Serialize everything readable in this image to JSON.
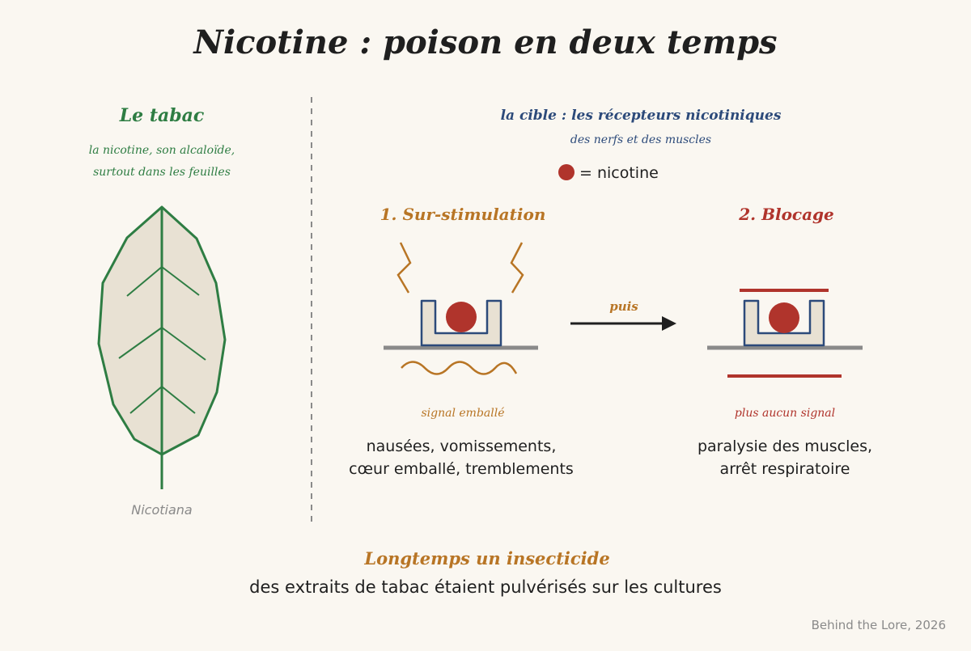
{
  "title": "Nicotine : poison en deux temps",
  "left_panel": {
    "heading": "Le tabac",
    "subtitle_line1": "la nicotine, son alcaloïde,",
    "subtitle_line2": "surtout dans les feuilles",
    "leaf_caption": "Nicotiana"
  },
  "right_panel": {
    "target_heading": "la cible : les récepteurs nicotiniques",
    "target_subheading": "des nerfs et des muscles",
    "legend_text": "= nicotine",
    "arrow_label": "puis",
    "stage1": {
      "label": "1. Sur-stimulation",
      "signal_label": "signal emballé",
      "effects_line1": "nausées, vomissements,",
      "effects_line2": "cœur emballé, tremblements"
    },
    "stage2": {
      "label": "2. Blocage",
      "signal_label": "plus aucun signal",
      "effects_line1": "paralysie des muscles,",
      "effects_line2": "arrêt respiratoire"
    }
  },
  "footer": {
    "heading": "Longtemps un insecticide",
    "text": "des extraits de tabac étaient pulvérisés sur les cultures",
    "credit": "Behind the Lore, 2026"
  },
  "colors": {
    "background": "#faf7f1",
    "ink": "#1f1f1f",
    "green": "#2e7d43",
    "blue": "#2c4a7a",
    "orange": "#b87525",
    "red": "#b0342c",
    "gray": "#8a8a8a",
    "leaf_fill": "#e8e1d3"
  }
}
